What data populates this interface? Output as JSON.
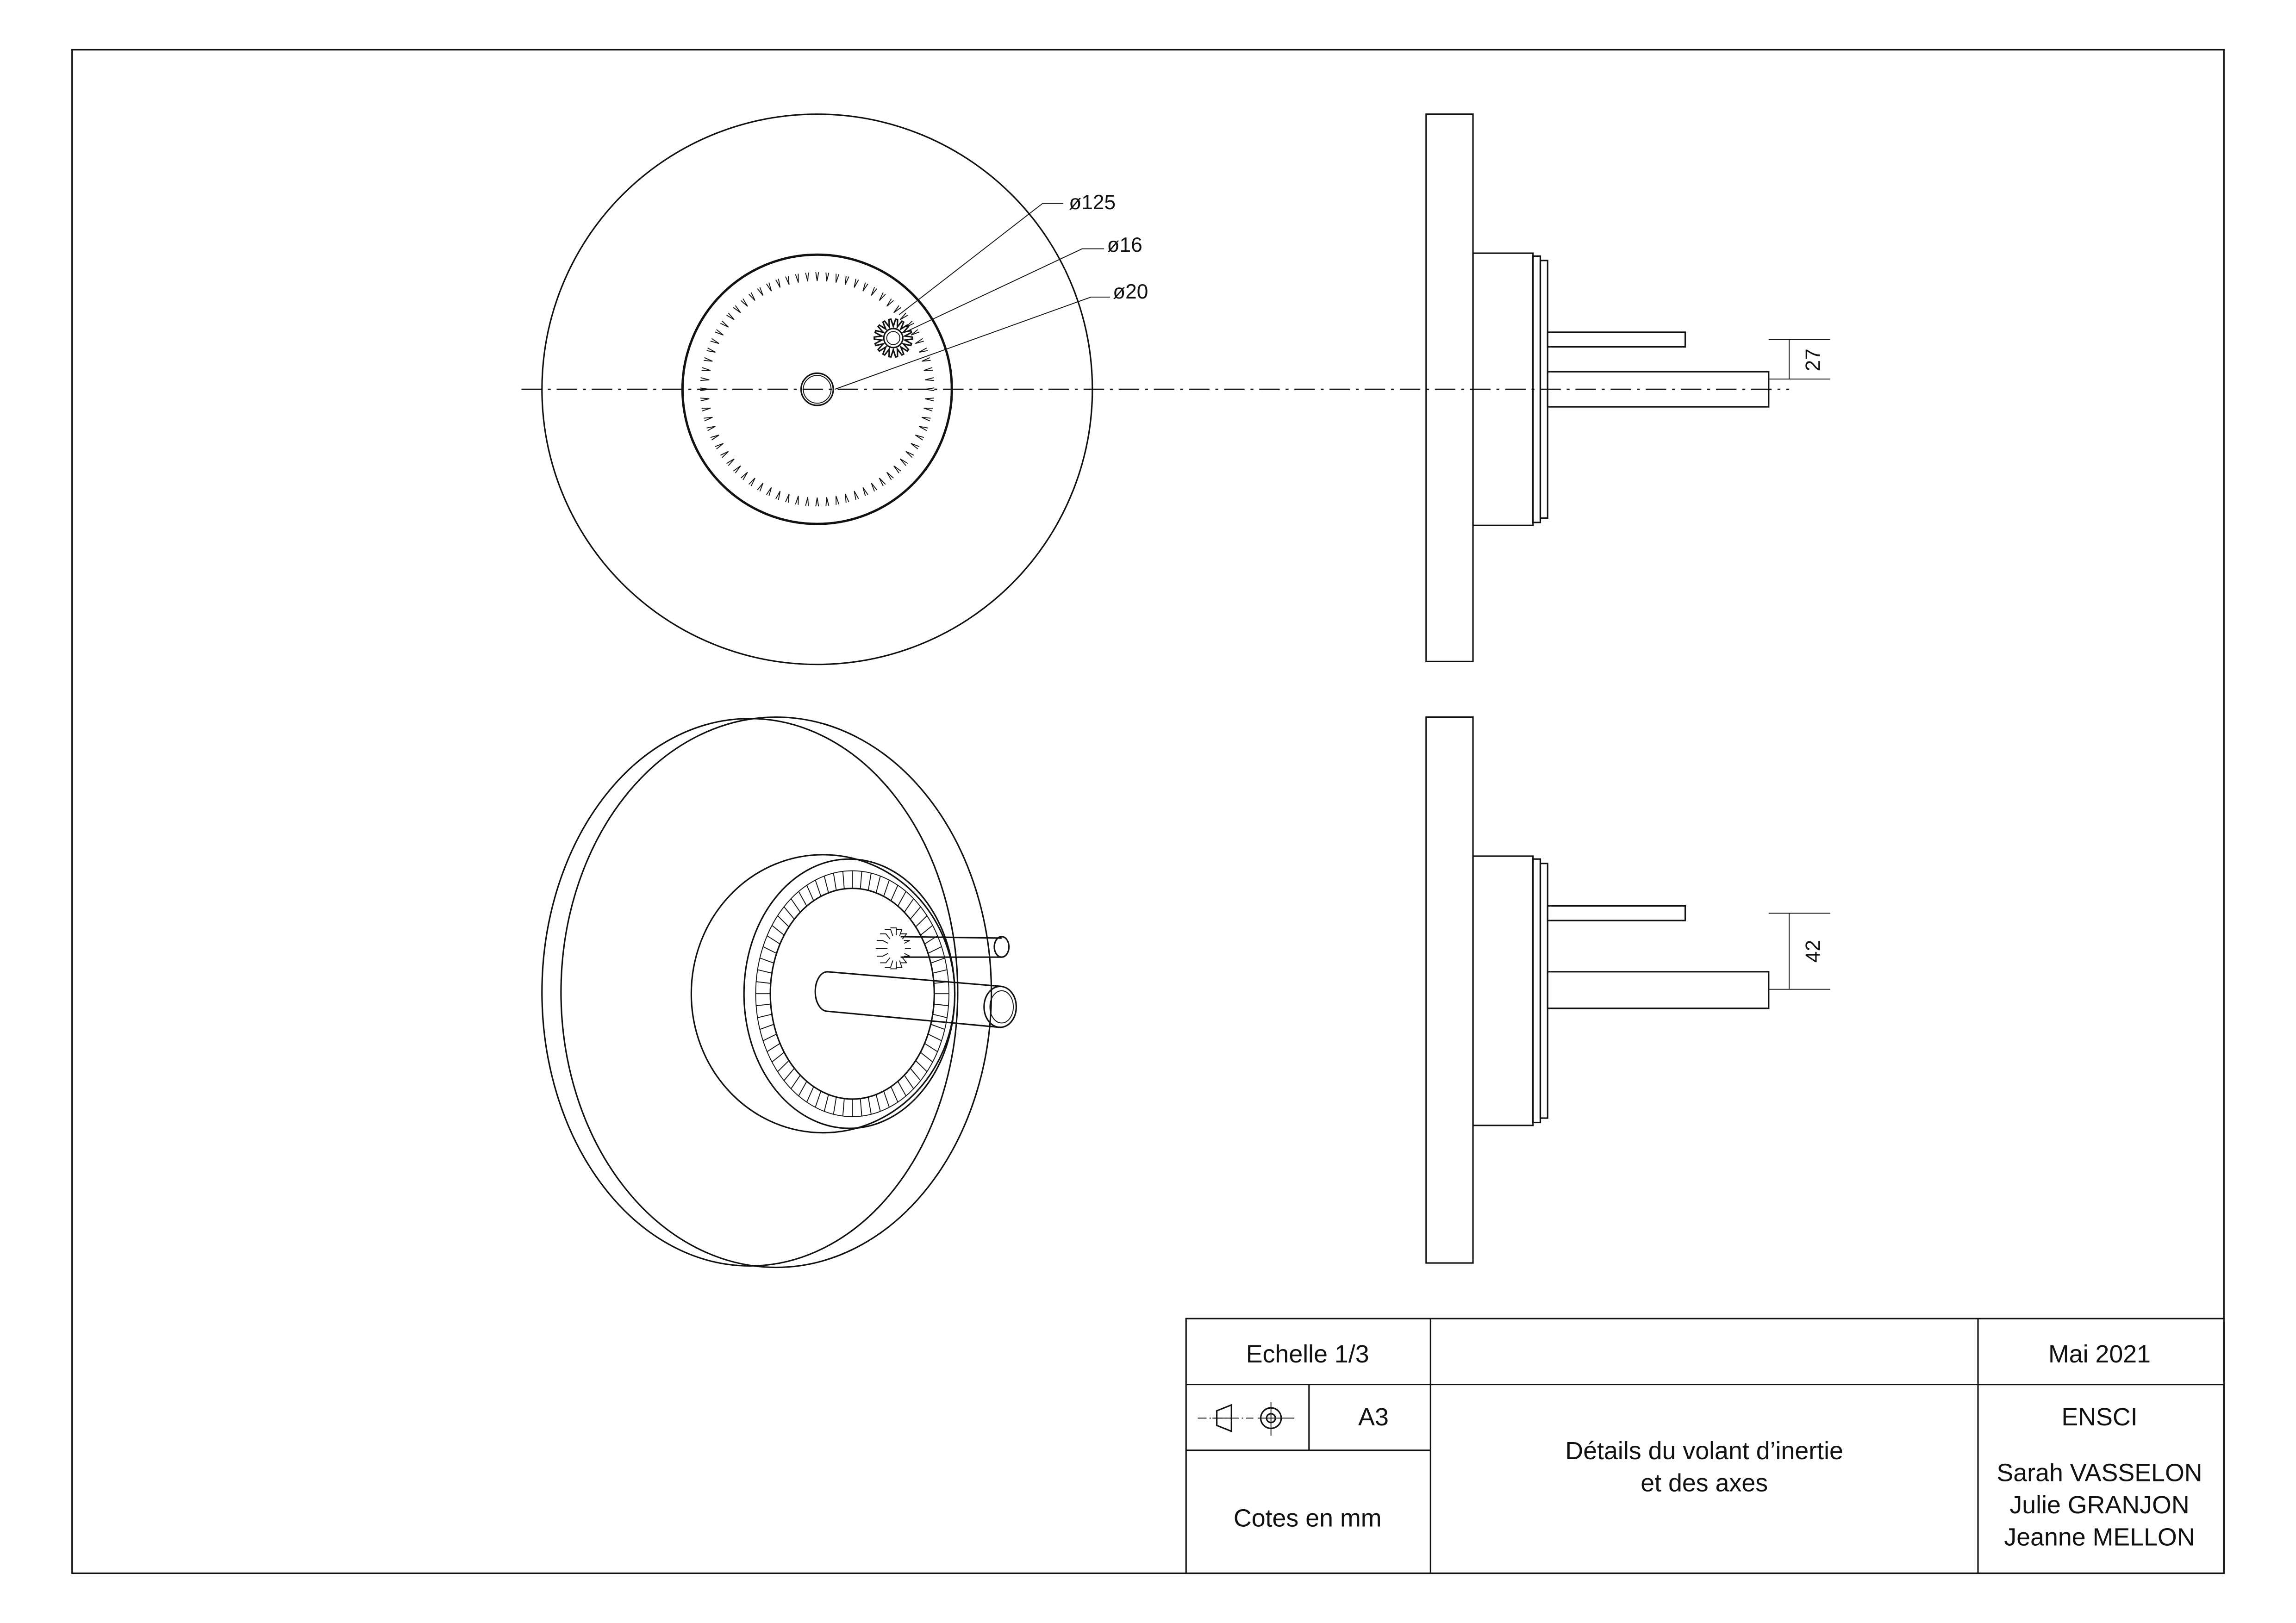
{
  "front_view": {
    "labels": {
      "d125": "ø125",
      "d16": "ø16",
      "d20": "ø20"
    }
  },
  "side_view_top": {
    "dimension": "27"
  },
  "side_view_bottom": {
    "dimension": "42"
  },
  "title_block": {
    "scale": "Echelle 1/3",
    "format": "A3",
    "units": "Cotes en mm",
    "title_line1": "Détails du volant d’inertie",
    "title_line2": "et des axes",
    "date": "Mai 2021",
    "school": "ENSCI",
    "authors": [
      "Sarah VASSELON",
      "Julie GRANJON",
      "Jeanne MELLON"
    ],
    "projection_symbol": "first-angle-projection-icon"
  }
}
